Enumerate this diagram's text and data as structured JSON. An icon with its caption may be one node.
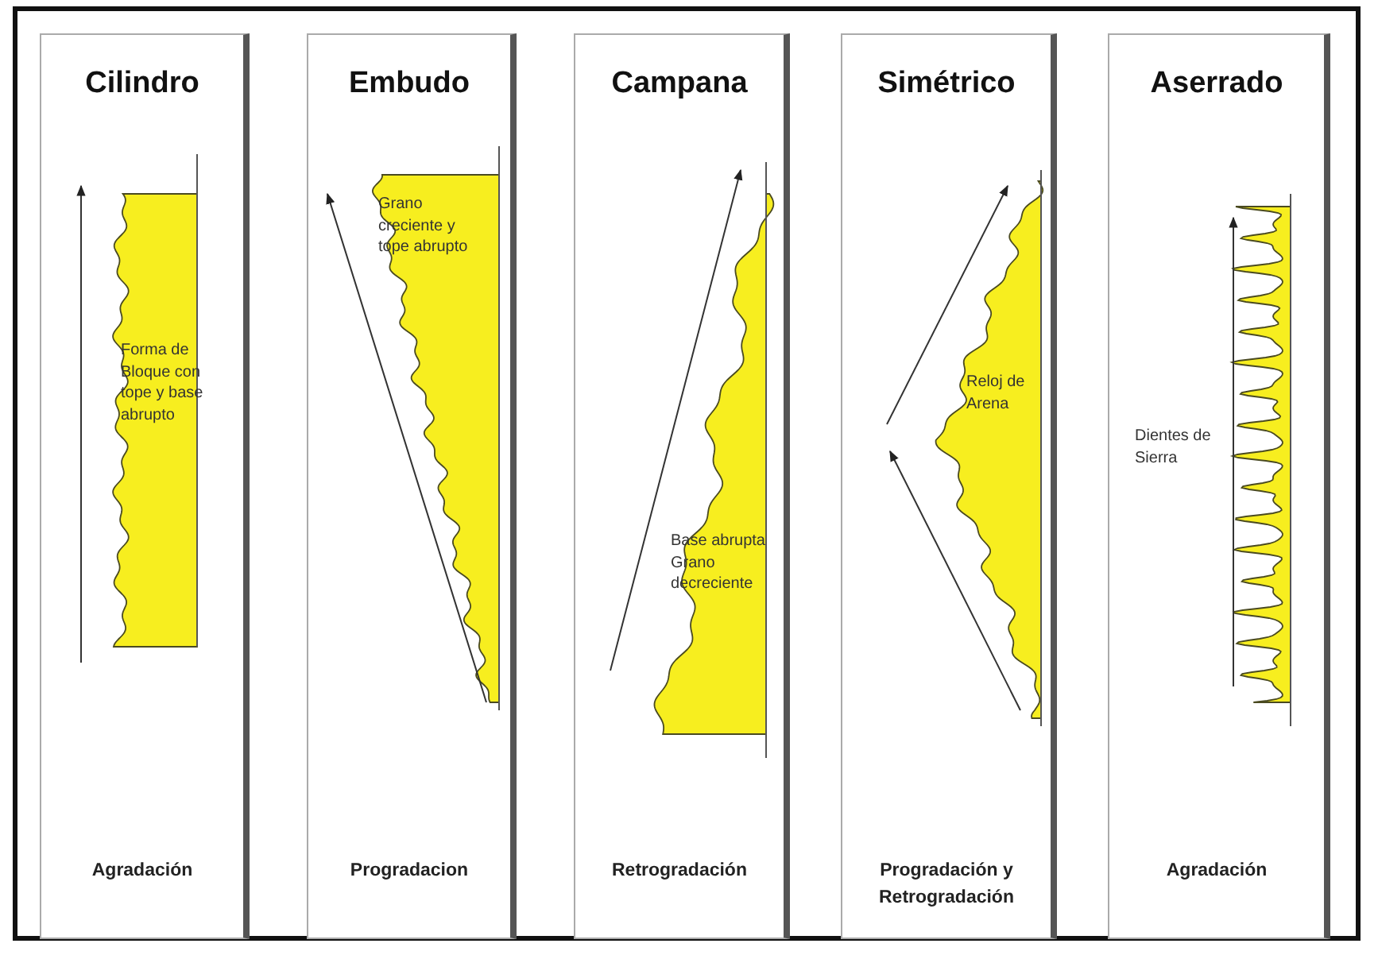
{
  "diagram": {
    "nodes": [
      {
        "text": [
          "Cilindro",
          "Forma de Bloque con tope y base abrupto",
          "Agradación"
        ]
      },
      {
        "text": [
          "Embudo",
          "Grano creciente y tope abrupto",
          "Progradacion"
        ]
      },
      {
        "text": [
          "Campana",
          "Base abrupta Grano decreciente",
          "Retrogradación"
        ]
      },
      {
        "text": [
          "Simétrico",
          "Reloj de Arena",
          "Progradación y Retrogradación"
        ]
      },
      {
        "text": [
          "Aserrado",
          "Dientes de Sierra",
          "Agradación"
        ]
      }
    ]
  }
}
